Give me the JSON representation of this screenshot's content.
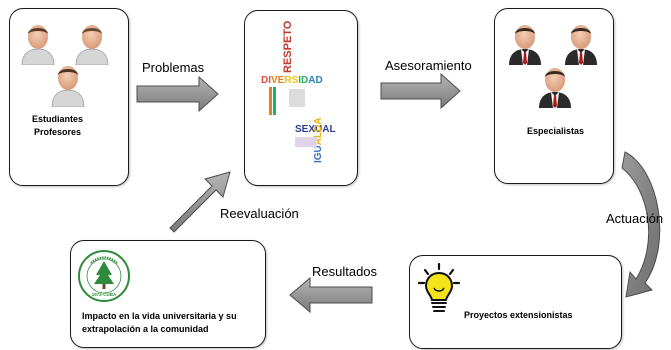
{
  "nodes": {
    "people": {
      "line1": "Estudiantes",
      "line2": "Profesores"
    },
    "concept": {
      "words": [
        "RESPETO",
        "DIVERSIDAD",
        "SEXUAL",
        "IGUALDA"
      ]
    },
    "specialists": {
      "label": "Especialistas"
    },
    "projects": {
      "label": "Proyectos extensionistas"
    },
    "impact": {
      "line1": "Impacto en la vida universitaria y su",
      "line2": "extrapolación a la comunidad",
      "logo_text": "UNIVERSIDAD DE PINAR DEL RÍO",
      "logo_year": "1972-CUBA"
    }
  },
  "edges": {
    "problemas": "Problemas",
    "asesoramiento": "Asesoramiento",
    "actuacion": "Actuación",
    "resultados": "Resultados",
    "reevaluacion": "Reevaluación"
  },
  "colors": {
    "arrow_fill": "#8c8c8c",
    "arrow_stroke": "#4d4d4d",
    "suit": "#2b2b2b",
    "tie": "#b01818",
    "skin": "#e9b89a",
    "shirt": "#d9d9d9",
    "bulb": "#f4e21a",
    "logo_green": "#2f8a3a"
  }
}
